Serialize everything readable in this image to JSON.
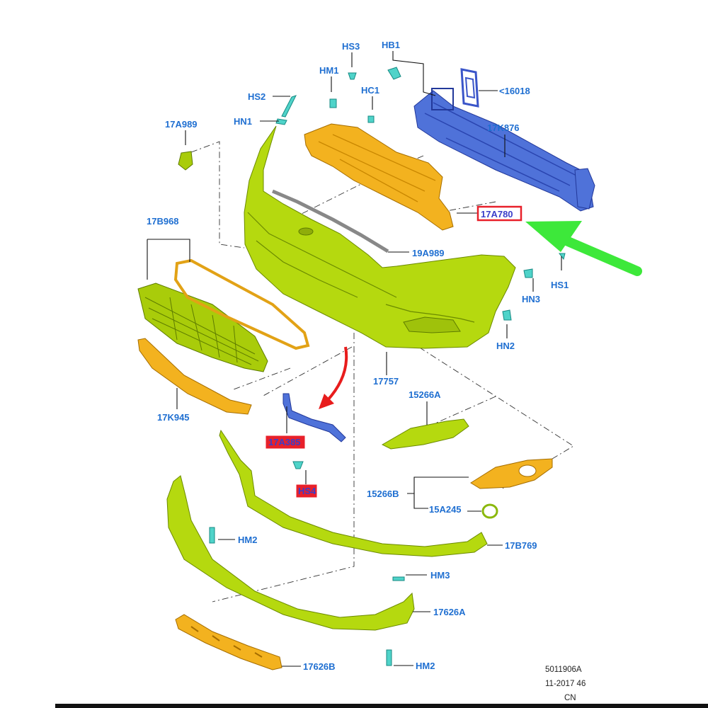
{
  "labels": {
    "hs3": "HS3",
    "hb1": "HB1",
    "hm1": "HM1",
    "hc1": "HC1",
    "hs2": "HS2",
    "hn1": "HN1",
    "p16018": "<16018",
    "p17a989": "17A989",
    "p17k876": "17K876",
    "p17a780": "17A780",
    "p17b968": "17B968",
    "p19a989": "19A989",
    "hs1": "HS1",
    "hn3": "HN3",
    "hn2": "HN2",
    "p17757": "17757",
    "p15266a": "15266A",
    "p17k945": "17K945",
    "p17a385": "17A385",
    "hs4": "HS4",
    "p15266b": "15266B",
    "p15a245": "15A245",
    "hm2_top": "HM2",
    "p17b769": "17B769",
    "hm3": "HM3",
    "p17626a": "17626A",
    "p17626b": "17626B",
    "hm2_bottom": "HM2"
  },
  "footer": {
    "code": "5011906A",
    "date": "11-2017 46",
    "region": "CN"
  },
  "colors": {
    "label_blue": "#1f6fd1",
    "highlight_box": "#e8202a",
    "highlight_fill": "#e8202a",
    "arrow_green": "#3de83a",
    "arrow_red": "#e81c1c",
    "bumper_green": "#b5d90f",
    "part_orange": "#f3b21f",
    "beam_blue": "#4f72d9",
    "clip_cyan": "#4fd3c9"
  }
}
